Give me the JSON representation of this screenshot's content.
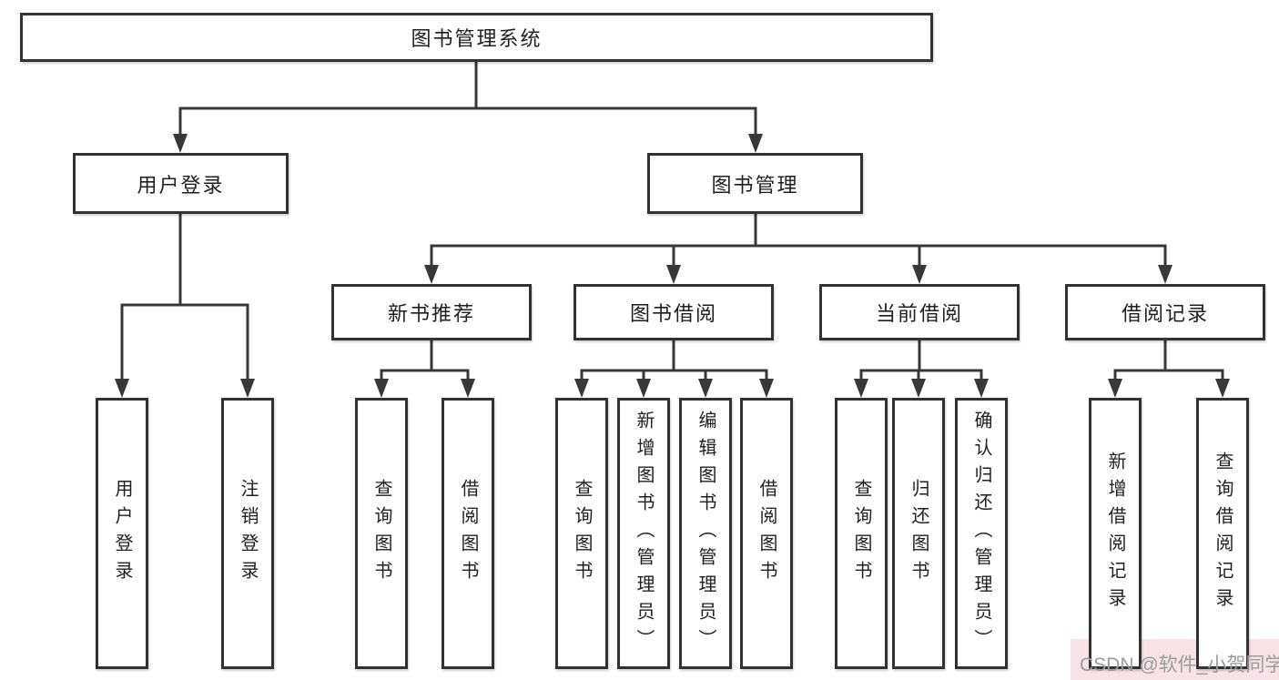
{
  "diagram": {
    "root": {
      "label": "图书管理系统"
    },
    "branches": [
      {
        "label": "用户登录",
        "children": [
          {
            "label": "用户登录"
          },
          {
            "label": "注销登录"
          }
        ]
      },
      {
        "label": "图书管理",
        "children": [
          {
            "label": "新书推荐",
            "children": [
              {
                "label": "查询图书"
              },
              {
                "label": "借阅图书"
              }
            ]
          },
          {
            "label": "图书借阅",
            "children": [
              {
                "label": "查询图书"
              },
              {
                "label": "新增图书（管理员）"
              },
              {
                "label": "编辑图书（管理员）"
              },
              {
                "label": "借阅图书"
              }
            ]
          },
          {
            "label": "当前借阅",
            "children": [
              {
                "label": "查询图书"
              },
              {
                "label": "归还图书"
              },
              {
                "label": "确认归还（管理员）"
              }
            ]
          },
          {
            "label": "借阅记录",
            "children": [
              {
                "label": "新增借阅记录"
              },
              {
                "label": "查询借阅记录"
              }
            ]
          }
        ]
      }
    ]
  },
  "watermark": {
    "text": "CSDN @软件_小贺同学"
  },
  "colors": {
    "background": "#ffffff",
    "line": "#383838",
    "box_border": "#323232",
    "text": "#1f1f1f",
    "watermark_text": "#9c9c9c",
    "watermark_bg": "#f7e2e7"
  }
}
